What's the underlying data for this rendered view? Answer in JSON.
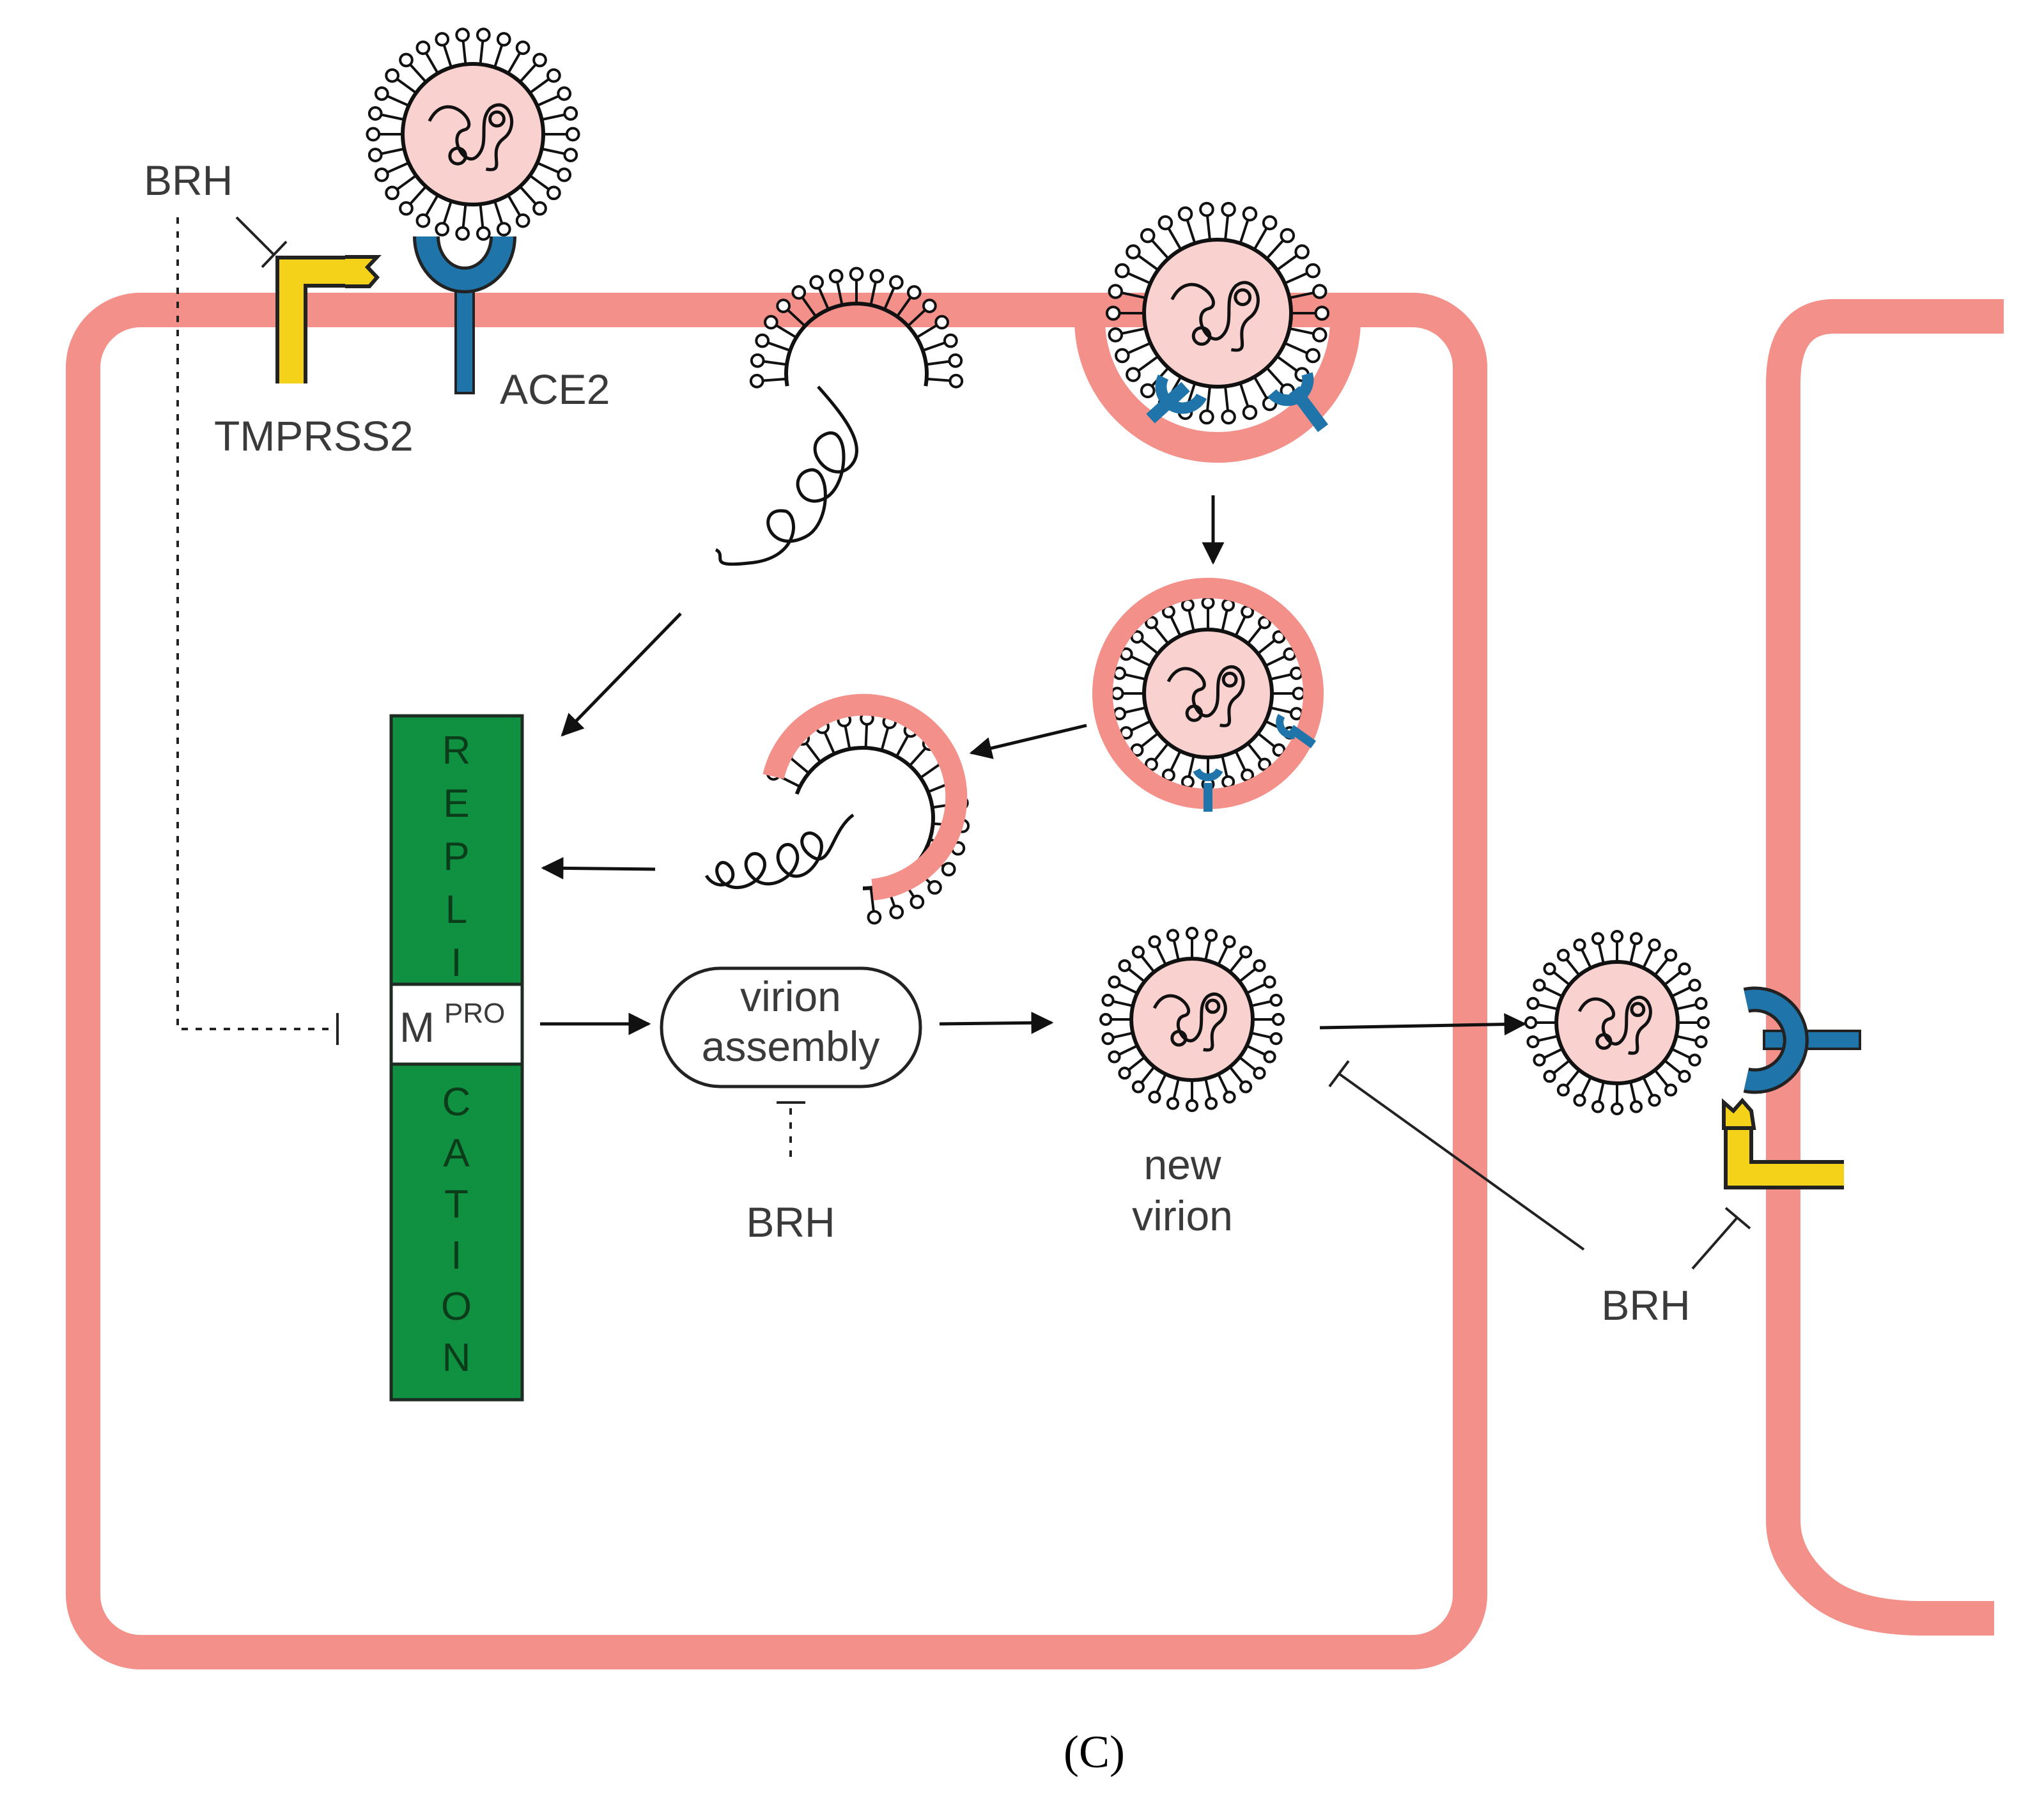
{
  "labels": {
    "brh": "BRH",
    "tmprss2": "TMPRSS2",
    "ace2": "ACE2",
    "mpro_m": "M",
    "mpro_sup": "PRO",
    "assembly_line1": "virion",
    "assembly_line2": "assembly",
    "new_virion_line1": "new",
    "new_virion_line2": "virion",
    "caption": "(C)"
  },
  "replication_top": [
    "R",
    "E",
    "P",
    "L",
    "I"
  ],
  "replication_bottom": [
    "C",
    "A",
    "T",
    "I",
    "O",
    "N"
  ],
  "colors": {
    "membrane": "#f4908a",
    "virion_fill": "#f9d2d0",
    "ace2": "#1f74aa",
    "tmprss2": "#f5d21a",
    "replication": "#109142"
  }
}
